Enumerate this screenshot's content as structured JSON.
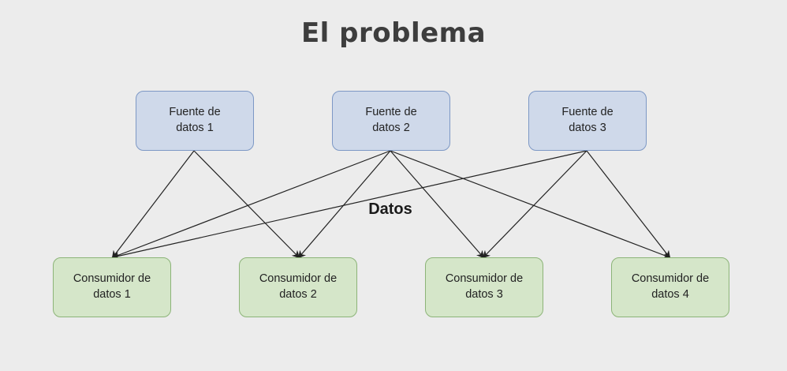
{
  "title": "El problema",
  "edge_label": "Datos",
  "sources": [
    {
      "id": "s1",
      "label": "Fuente de\ndatos 1"
    },
    {
      "id": "s2",
      "label": "Fuente de\ndatos 2"
    },
    {
      "id": "s3",
      "label": "Fuente de\ndatos 3"
    }
  ],
  "consumers": [
    {
      "id": "c1",
      "label": "Consumidor de\ndatos 1"
    },
    {
      "id": "c2",
      "label": "Consumidor de\ndatos 2"
    },
    {
      "id": "c3",
      "label": "Consumidor de\ndatos 3"
    },
    {
      "id": "c4",
      "label": "Consumidor de\ndatos 4"
    }
  ],
  "edges": [
    {
      "from": "s1",
      "to": "c1"
    },
    {
      "from": "s1",
      "to": "c2"
    },
    {
      "from": "s2",
      "to": "c1"
    },
    {
      "from": "s2",
      "to": "c2"
    },
    {
      "from": "s2",
      "to": "c3"
    },
    {
      "from": "s2",
      "to": "c4"
    },
    {
      "from": "s3",
      "to": "c1"
    },
    {
      "from": "s3",
      "to": "c3"
    },
    {
      "from": "s3",
      "to": "c4"
    }
  ],
  "colors": {
    "source_fill": "#cfd9ea",
    "source_border": "#7d98c5",
    "consumer_fill": "#d5e6c9",
    "consumer_border": "#8cb478",
    "edge": "#222222",
    "background": "#ececec"
  }
}
